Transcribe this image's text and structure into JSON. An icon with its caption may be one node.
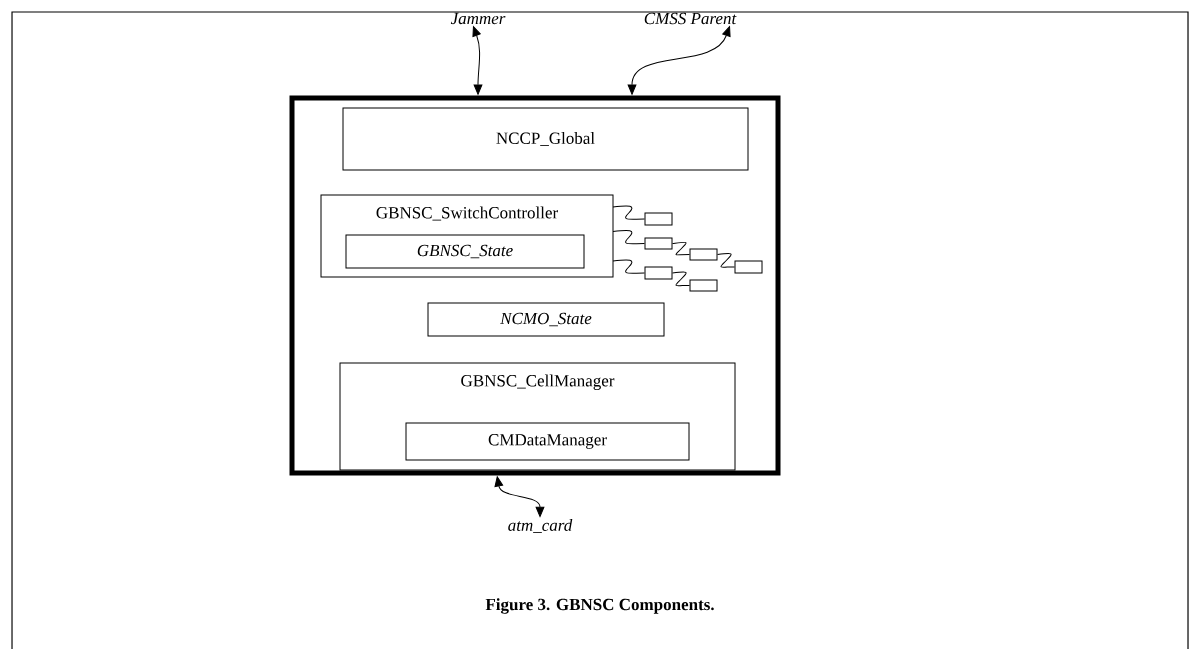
{
  "diagram": {
    "caption": "Figure 3. GBNSC Components.",
    "nodes": [
      {
        "text": [],
        "shape": "box"
      },
      {
        "text": [
          "NCCP_Global"
        ],
        "in": 0
      },
      {
        "text": [
          "GBNSC_SwitchController"
        ],
        "in": 0
      },
      {
        "text": [
          "GBNSC_State"
        ],
        "in": 2
      },
      {
        "text": [
          "NCMO_State"
        ],
        "in": 0
      },
      {
        "text": [
          "GBNSC_CellManager"
        ],
        "in": 0
      },
      {
        "text": [
          "CMDataManager"
        ],
        "in": 5
      },
      {
        "text": [
          "Jammer"
        ]
      },
      {
        "text": [
          "CMSS Parent"
        ]
      },
      {
        "text": [
          "atm_card"
        ]
      },
      {
        "text": [],
        "shape": "box",
        "in": 0
      },
      {
        "text": [],
        "shape": "box",
        "in": 0
      },
      {
        "text": [],
        "shape": "box",
        "in": 0
      },
      {
        "text": [],
        "shape": "box",
        "in": 0
      },
      {
        "text": [],
        "shape": "box",
        "in": 0
      },
      {
        "text": [],
        "shape": "box",
        "in": 0
      }
    ],
    "edges": [
      {
        "from": 7,
        "to": 0,
        "arrow": "both"
      },
      {
        "from": 8,
        "to": 0,
        "arrow": "both"
      },
      {
        "from": 0,
        "to": 9,
        "arrow": "both"
      },
      {
        "from": 2,
        "to": 10,
        "arrow": "none"
      },
      {
        "from": 2,
        "to": 11,
        "arrow": "none"
      },
      {
        "from": 11,
        "to": 12,
        "arrow": "none"
      },
      {
        "from": 12,
        "to": 13,
        "arrow": "none"
      },
      {
        "from": 2,
        "to": 14,
        "arrow": "none"
      },
      {
        "from": 14,
        "to": 15,
        "arrow": "none"
      }
    ]
  }
}
